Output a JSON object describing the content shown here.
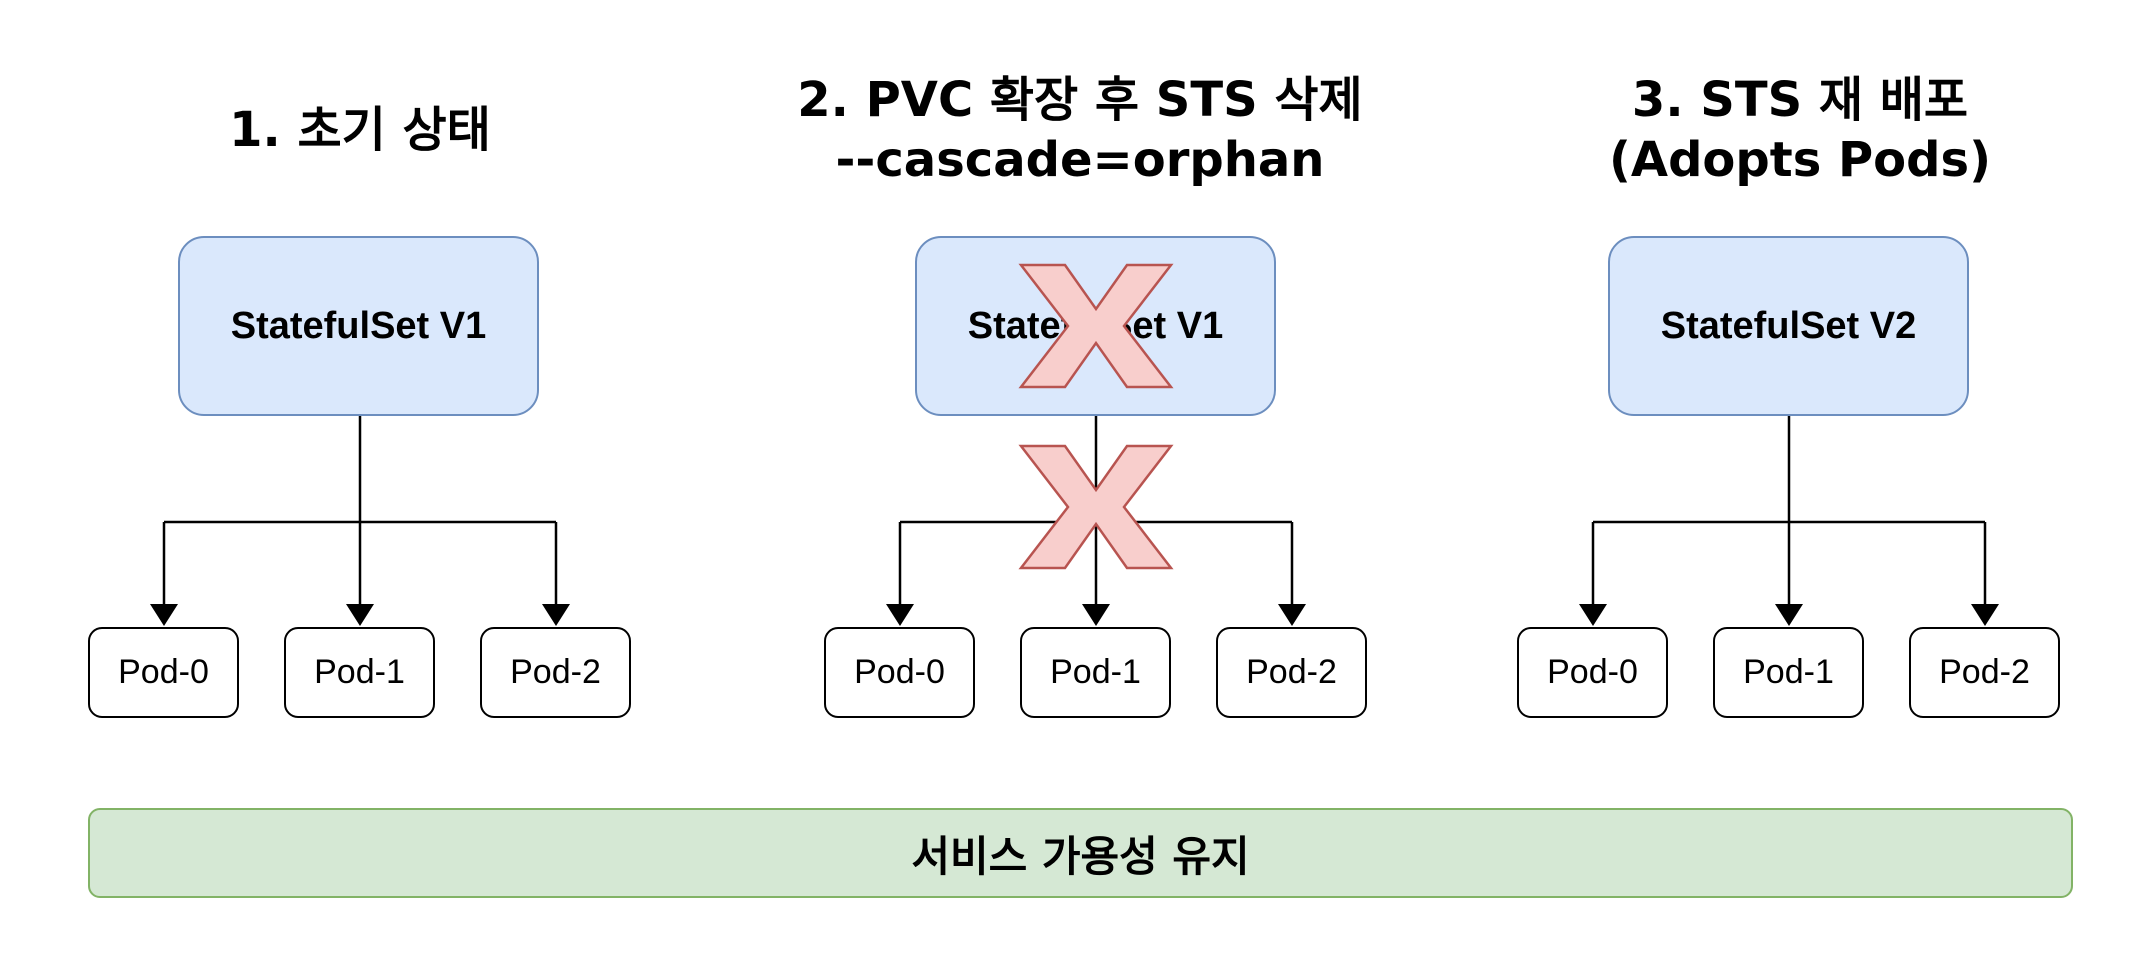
{
  "stages": [
    {
      "title_lines": [
        "1. 초기 상태"
      ],
      "statefulset_label": "StatefulSet V1",
      "pods": [
        "Pod-0",
        "Pod-1",
        "Pod-2"
      ]
    },
    {
      "title_lines": [
        "2. PVC 확장 후 STS 삭제",
        "--cascade=orphan"
      ],
      "statefulset_label": "StatefulSet V1",
      "pods": [
        "Pod-0",
        "Pod-1",
        "Pod-2"
      ]
    },
    {
      "title_lines": [
        "3. STS 재 배포",
        "(Adopts Pods)"
      ],
      "statefulset_label": "StatefulSet V2",
      "pods": [
        "Pod-0",
        "Pod-1",
        "Pod-2"
      ]
    }
  ],
  "footer": {
    "label": "서비스 가용성 유지"
  },
  "colors": {
    "statefulset_fill": "#dae8fc",
    "statefulset_border": "#6c8ebf",
    "delete_mark_fill": "#f8cecc",
    "delete_mark_border": "#b85450",
    "footer_fill": "#d5e8d4",
    "footer_border": "#82b366"
  }
}
